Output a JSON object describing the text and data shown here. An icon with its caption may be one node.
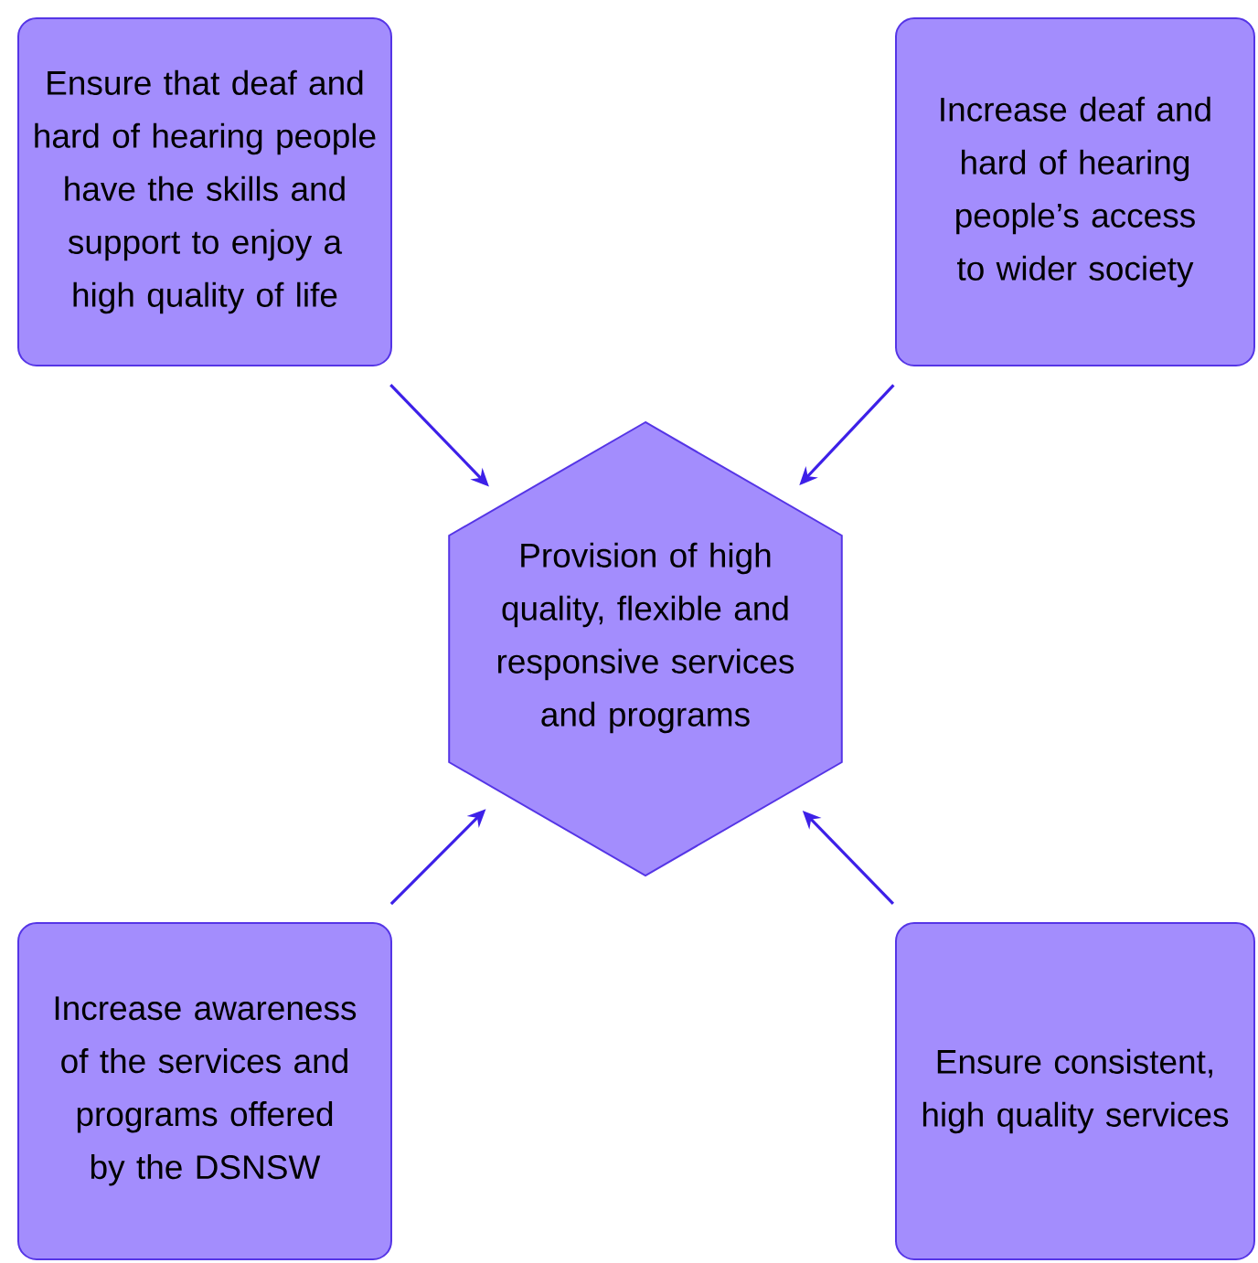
{
  "diagram": {
    "nodes": [
      {
        "text": [
          "Ensure that deaf and hard of hearing people have the skills and support to enjoy a high quality of life"
        ]
      },
      {
        "text": [
          "Increase deaf and hard of hearing people’s access to wider society"
        ]
      },
      {
        "text": [
          "Provision of high quality, flexible and responsive services and programs"
        ]
      },
      {
        "text": [
          "Increase awareness of the services and programs offered by the DSNSW"
        ]
      },
      {
        "text": [
          "Ensure consistent, high quality services"
        ]
      }
    ],
    "edges": [
      {
        "from": 0,
        "to": 2,
        "arrow": "to"
      },
      {
        "from": 1,
        "to": 2,
        "arrow": "to"
      },
      {
        "from": 3,
        "to": 2,
        "arrow": "to"
      },
      {
        "from": 4,
        "to": 2,
        "arrow": "to"
      }
    ]
  }
}
